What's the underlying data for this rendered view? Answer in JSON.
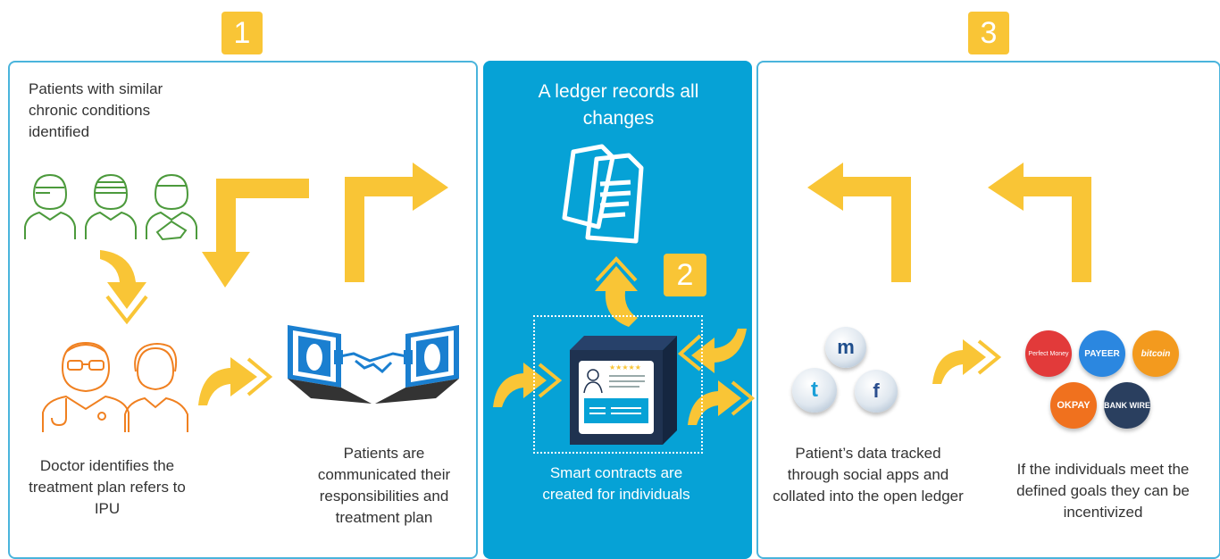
{
  "steps": {
    "one": "1",
    "two": "2",
    "three": "3"
  },
  "left": {
    "patients_identified": "Patients with similar chronic conditions identified",
    "doctor_identifies": "Doctor identifies the treatment plan refers to IPU",
    "patients_communicated": "Patients are communicated their responsibilities and treatment plan"
  },
  "middle": {
    "title": "A ledger records all changes",
    "smart_contracts": "Smart contracts are created for individuals"
  },
  "right": {
    "data_tracked": "Patient’s data tracked through social apps and collated into the open ledger",
    "incentivized": "If the individuals meet the defined goals they can be incentivized"
  },
  "payment_logos": {
    "perfect_money": "Perfect Money",
    "payeer": "PAYEER",
    "bitcoin": "bitcoin",
    "okpay": "OKPAY",
    "bank_wire": "BANK WIRE"
  },
  "colors": {
    "accent": "#f9c536",
    "blue": "#06a2d6",
    "border": "#4ab4dc",
    "green": "#4c9a3c",
    "orange": "#f08020",
    "navy": "#1f3250"
  }
}
